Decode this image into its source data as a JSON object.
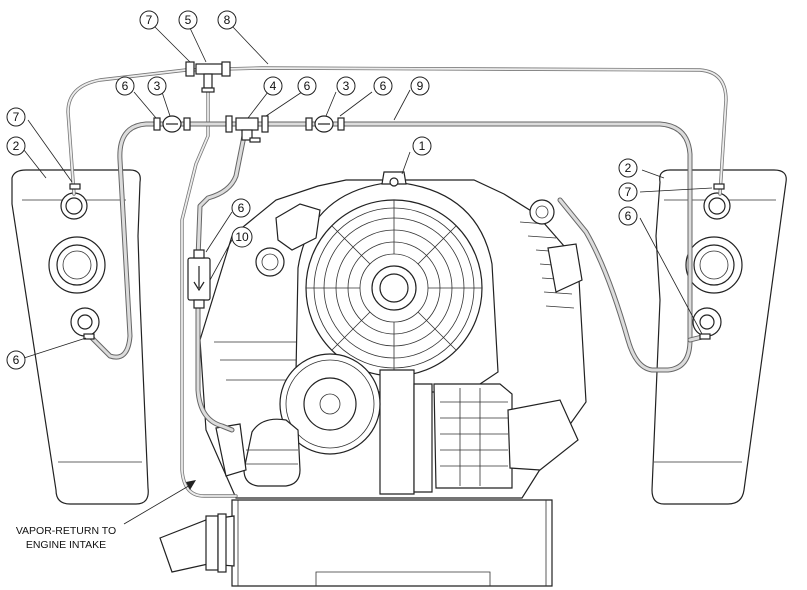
{
  "callouts": [
    {
      "id": "c7-top",
      "label": "7"
    },
    {
      "id": "c5",
      "label": "5"
    },
    {
      "id": "c8",
      "label": "8"
    },
    {
      "id": "c6-a",
      "label": "6"
    },
    {
      "id": "c3-a",
      "label": "3"
    },
    {
      "id": "c4",
      "label": "4"
    },
    {
      "id": "c6-b",
      "label": "6"
    },
    {
      "id": "c3-b",
      "label": "3"
    },
    {
      "id": "c6-c",
      "label": "6"
    },
    {
      "id": "c9",
      "label": "9"
    },
    {
      "id": "c1",
      "label": "1"
    },
    {
      "id": "c7-left",
      "label": "7"
    },
    {
      "id": "c2-left",
      "label": "2"
    },
    {
      "id": "c6-left",
      "label": "6"
    },
    {
      "id": "c6-filter",
      "label": "6"
    },
    {
      "id": "c10",
      "label": "10"
    },
    {
      "id": "c2-right",
      "label": "2"
    },
    {
      "id": "c7-right",
      "label": "7"
    },
    {
      "id": "c6-right",
      "label": "6"
    }
  ],
  "note": {
    "line1": "VAPOR-RETURN TO",
    "line2": "ENGINE INTAKE"
  }
}
